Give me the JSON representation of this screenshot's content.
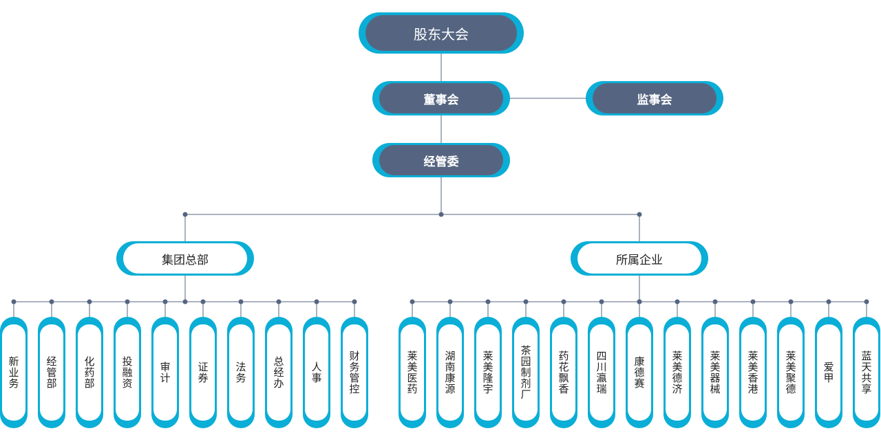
{
  "top": {
    "shareholders": "股东大会"
  },
  "board": {
    "directors": "董事会",
    "supervisors": "监事会"
  },
  "management": {
    "committee": "经管委"
  },
  "branches": {
    "hq": "集团总部",
    "affiliates": "所属企业"
  },
  "hq_departments": [
    "新业务",
    "经管部",
    "化药部",
    "投融资",
    "审计",
    "证券",
    "法务",
    "总经办",
    "人事",
    "财务管控"
  ],
  "affiliate_companies": [
    "莱美医药",
    "湖南康源",
    "莱美隆宇",
    "茶园制剂厂",
    "药花飘香",
    "四川瀛瑞",
    "康德赛",
    "莱美德济",
    "莱美器械",
    "莱美香港",
    "莱美聚德",
    "爱甲",
    "蓝天共享"
  ],
  "colors": {
    "accent": "#0aaed6",
    "node_dark": "#556581",
    "line": "#556581"
  }
}
